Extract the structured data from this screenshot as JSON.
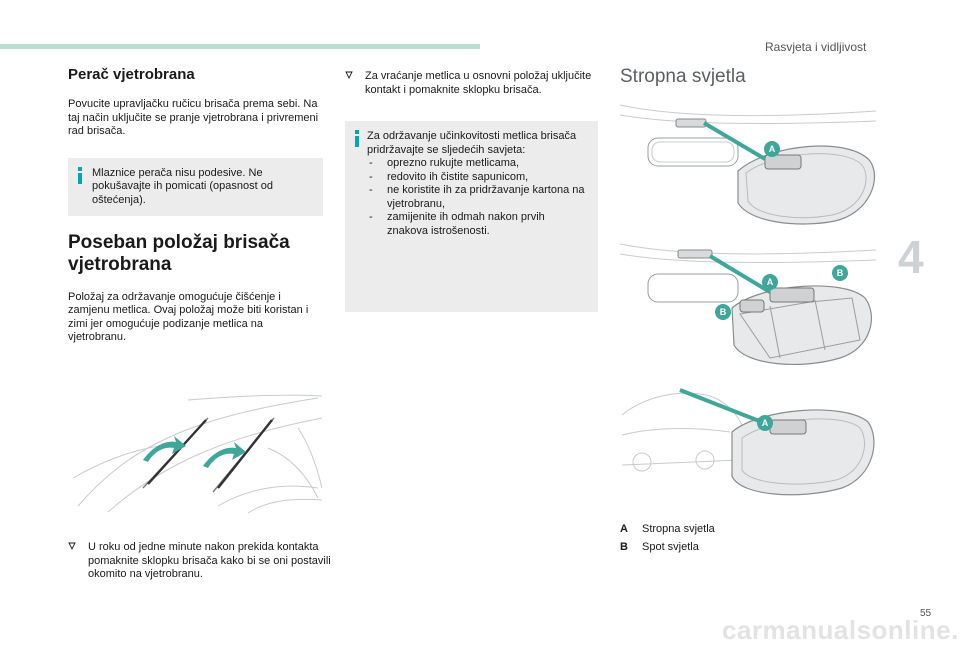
{
  "header": {
    "section": "Rasvjeta i vidljivost",
    "chapter_number": "4",
    "page_number": "55"
  },
  "washer": {
    "title": "Perač vjetrobrana",
    "body": "Povucite upravljačku ručicu brisača prema sebi. Na taj način uključite se pranje vjetrobrana i privremeni rad brisača.",
    "note": "Mlaznice perača nisu podesive. Ne pokušavajte ih pomicati (opasnost od oštećenja)."
  },
  "special_position": {
    "title_line1": "Poseban položaj brisača",
    "title_line2": "vjetrobrana",
    "body": "Položaj za održavanje omogućuje čišćenje i zamjenu metlica. Ovaj položaj može biti koristan i zimi jer omogućuje podizanje metlica na vjetrobranu.",
    "bullet": "U roku od jedne minute nakon prekida kontakta pomaknite sklopku brisača kako bi se oni postavili okomito na vjetrobranu."
  },
  "return_bullet": "Za vraćanje metlica u osnovni položaj uključite kontakt i pomaknite sklopku brisača.",
  "maintenance_note": {
    "intro": "Za održavanje učinkovitosti metlica brisača pridržavajte se sljedećih savjeta:",
    "items": [
      "oprezno rukujte metlicama,",
      "redovito ih čistite sapunicom,",
      "ne koristite ih za pridržavanje kartona na vjetrobranu,",
      "zamijenite ih odmah nakon prvih znakova istrošenosti."
    ]
  },
  "ceiling_lights": {
    "title": "Stropna svjetla",
    "callouts": {
      "a": "A",
      "b": "B"
    },
    "legend": [
      {
        "key": "A",
        "label": "Stropna svjetla"
      },
      {
        "key": "B",
        "label": "Spot svjetla"
      }
    ]
  },
  "bullet_symbol": "",
  "colors": {
    "accent": "#00a6b4",
    "callout": "#3fa69a",
    "header_bar": "#b9dfd3",
    "note_bg": "#ececec"
  },
  "watermark": "carmanualsonline.info"
}
